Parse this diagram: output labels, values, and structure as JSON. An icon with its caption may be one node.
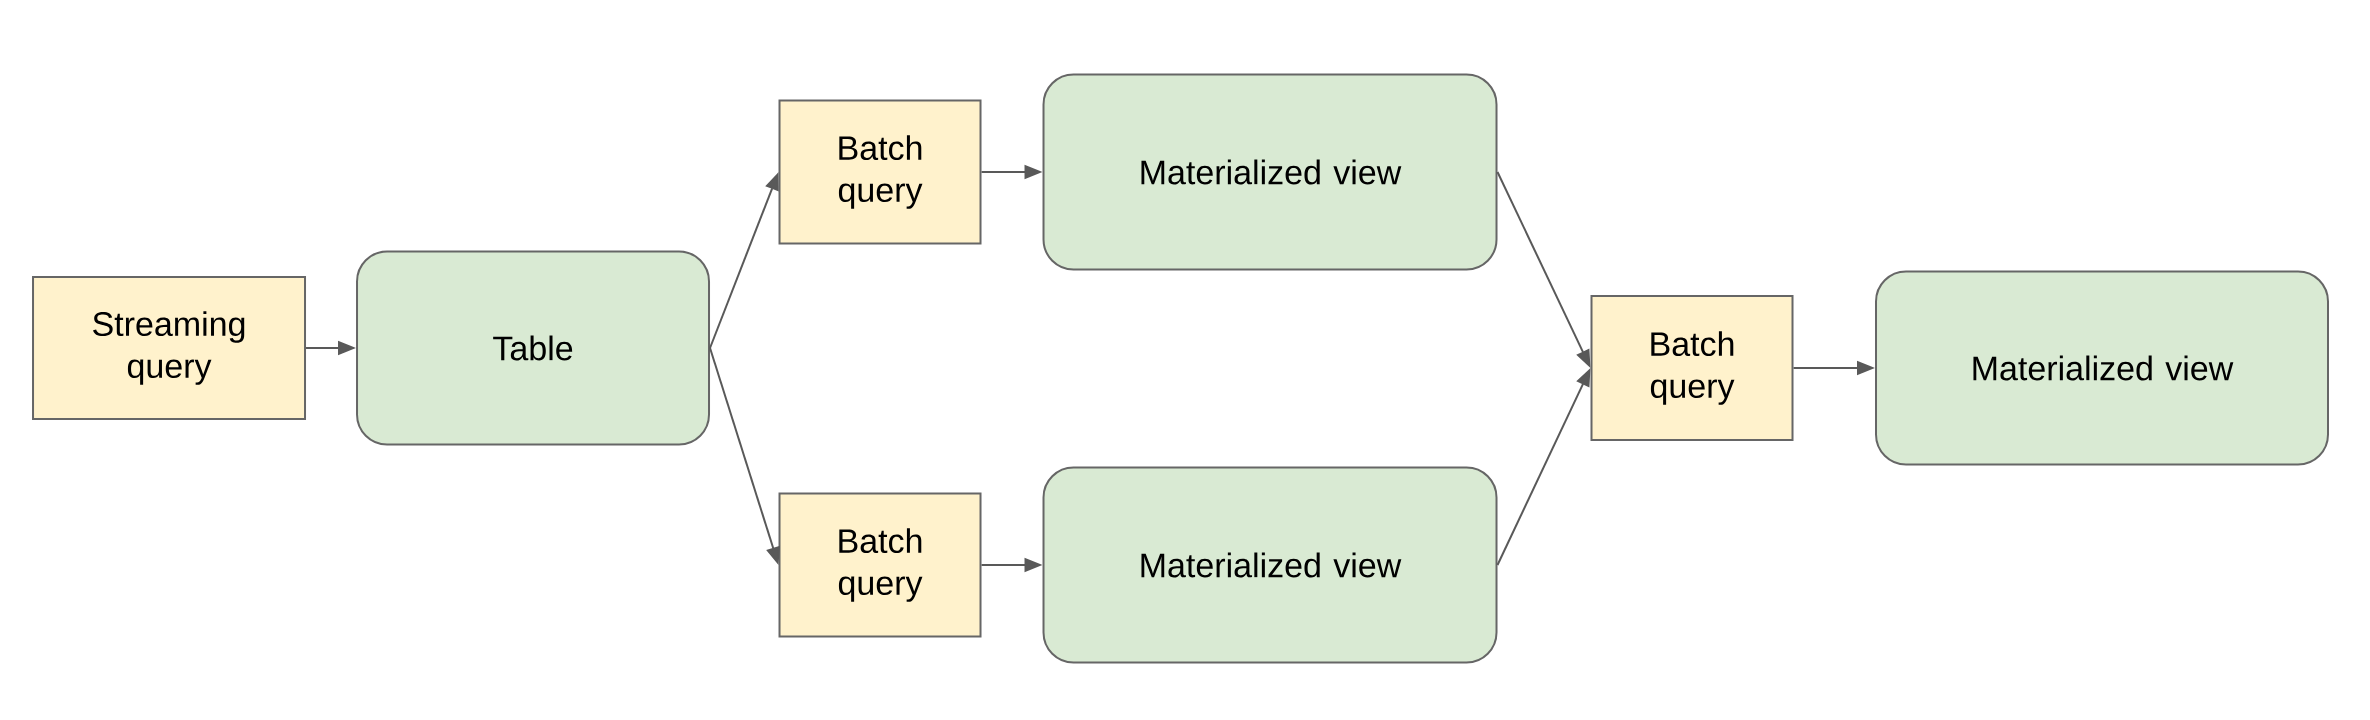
{
  "diagram": {
    "nodes": [
      {
        "text": [
          "Streaming query"
        ]
      },
      {
        "text": [
          "Table"
        ]
      },
      {
        "text": [
          "Batch query"
        ]
      },
      {
        "text": [
          "Materialized view"
        ]
      },
      {
        "text": [
          "Batch query"
        ]
      },
      {
        "text": [
          "Materialized view"
        ]
      },
      {
        "text": [
          "Batch query"
        ]
      },
      {
        "text": [
          "Materialized view"
        ]
      }
    ],
    "edges": [
      {
        "from": 0,
        "to": 1,
        "arrow": "to"
      },
      {
        "from": 1,
        "to": 2,
        "arrow": "to"
      },
      {
        "from": 1,
        "to": 4,
        "arrow": "to"
      },
      {
        "from": 2,
        "to": 3,
        "arrow": "to"
      },
      {
        "from": 4,
        "to": 5,
        "arrow": "to"
      },
      {
        "from": 3,
        "to": 6,
        "arrow": "to"
      },
      {
        "from": 5,
        "to": 6,
        "arrow": "to"
      },
      {
        "from": 6,
        "to": 7,
        "arrow": "to"
      }
    ]
  }
}
